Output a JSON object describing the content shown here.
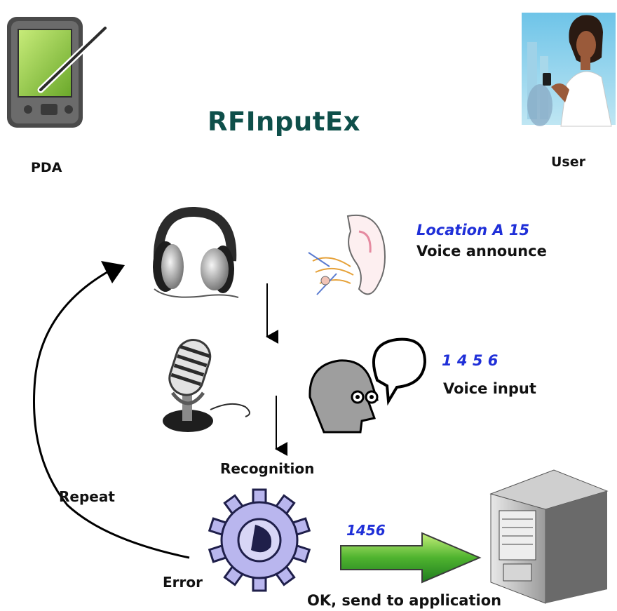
{
  "title": "RFInputEx",
  "labels": {
    "pda": "PDA",
    "user": "User",
    "announce_value": "Location A 15",
    "announce_caption": "Voice announce",
    "input_value": "1 4 5 6",
    "input_caption": "Voice input",
    "recognition": "Recognition",
    "repeat": "Repeat",
    "error": "Error",
    "send_value": "1456",
    "send_caption": "OK, send to application"
  },
  "icons": {
    "pda": "pda-icon",
    "user": "user-photo",
    "headphones": "headphones-icon",
    "ear": "ear-icon",
    "microphone": "microphone-icon",
    "speaking_head": "speaking-head-icon",
    "gear": "gear-icon",
    "server": "server-icon",
    "send_arrow": "green-arrow-icon"
  },
  "colors": {
    "title": "#0e4f4a",
    "value_text": "#1f2fd8",
    "arrow_green": "#3aa63a",
    "gear": "#b9b6ee"
  }
}
